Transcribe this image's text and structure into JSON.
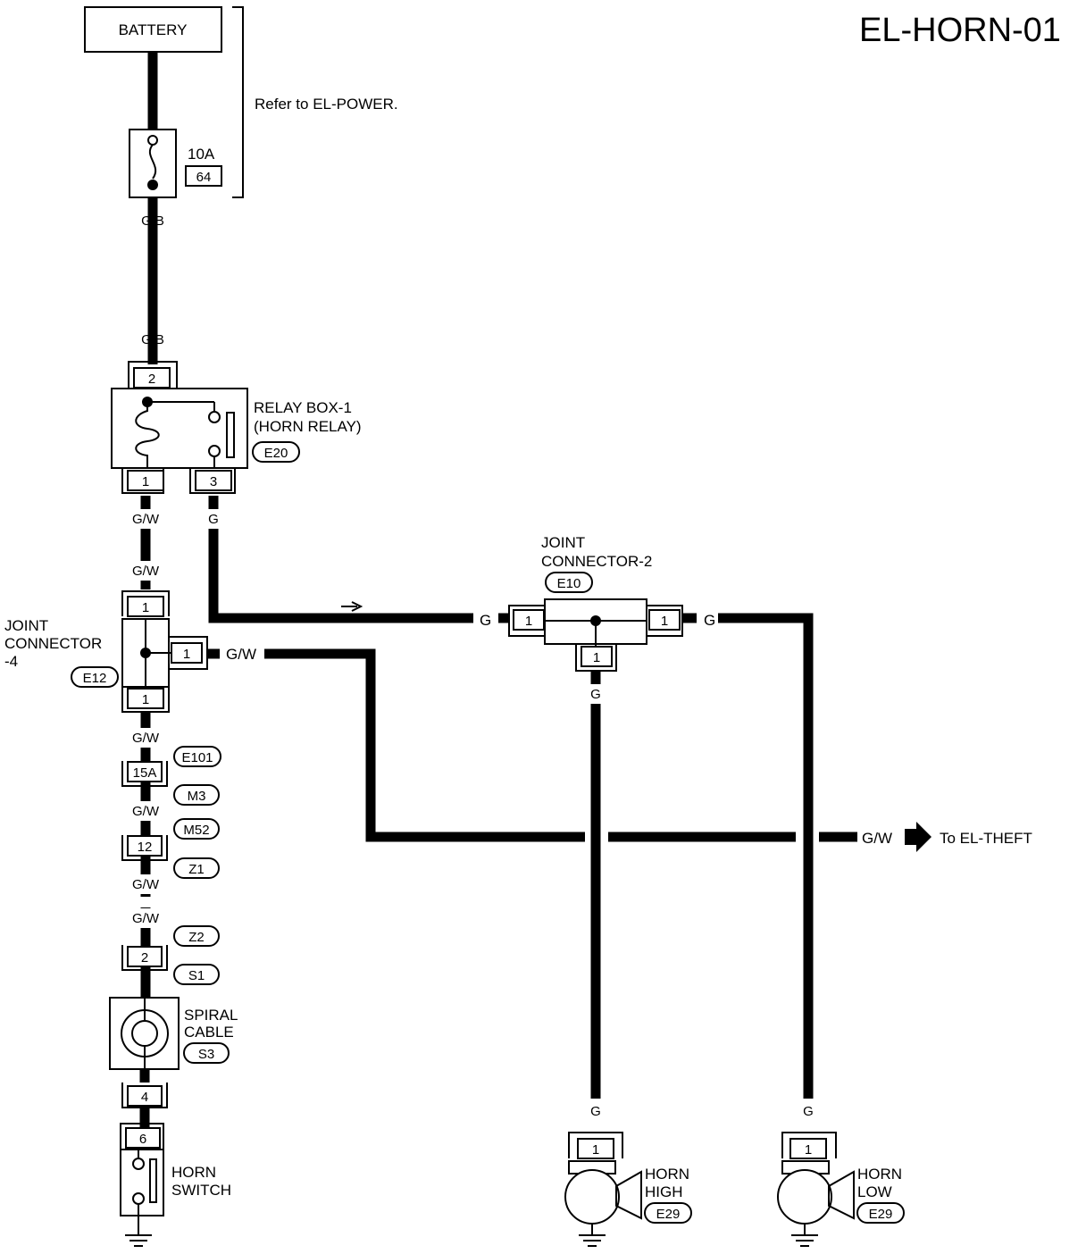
{
  "diagram_id": "EL-HORN-01",
  "battery": {
    "label": "BATTERY",
    "note": "Refer to EL-POWER."
  },
  "fuse": {
    "rating": "10A",
    "number": "64"
  },
  "wires": {
    "gb_top": "G/B",
    "gb_bottom": "G/B",
    "gw_relay_out": "G/W",
    "g_relay_out": "G",
    "gw_jc4_top": "G/W",
    "gw_jc4_side": "G/W",
    "gw_jc4_bottom": "G/W",
    "gw_after_15a": "G/W",
    "gw_after_12": "G/W",
    "gw_before_2": "G/W",
    "g_jc2_left": "G",
    "g_jc2_right": "G",
    "g_jc2_bottom": "G",
    "g_horn_high": "G",
    "g_horn_low": "G",
    "gw_theft": "G/W"
  },
  "relay_box": {
    "line1": "RELAY BOX-1",
    "line2": "(HORN RELAY)",
    "connector": "E20",
    "pin_top": "2",
    "pin_left": "1",
    "pin_right": "3"
  },
  "joint_connector_4": {
    "line1": "JOINT",
    "line2": "CONNECTOR",
    "line3": "-4",
    "connector": "E12",
    "pin_top": "1",
    "pin_side": "1",
    "pin_bottom": "1"
  },
  "joint_connector_2": {
    "line1": "JOINT",
    "line2": "CONNECTOR-2",
    "connector": "E10",
    "pin_left": "1",
    "pin_right": "1",
    "pin_bottom": "1"
  },
  "harness_connectors": {
    "c1": "E101",
    "c2": "M3",
    "c3": "M52",
    "c4": "Z1",
    "c5": "Z2",
    "c6": "S1",
    "pin_15a": "15A",
    "pin_12": "12",
    "pin_2": "2"
  },
  "spiral_cable": {
    "line1": "SPIRAL",
    "line2": "CABLE",
    "connector": "S3",
    "pin_bottom": "4"
  },
  "horn_switch": {
    "line1": "HORN",
    "line2": "SWITCH",
    "pin": "6"
  },
  "horn_high": {
    "line1": "HORN",
    "line2": "HIGH",
    "connector": "E29",
    "pin": "1"
  },
  "horn_low": {
    "line1": "HORN",
    "line2": "LOW",
    "connector": "E29",
    "pin": "1"
  },
  "theft_ref": {
    "label": "To EL-THEFT"
  }
}
